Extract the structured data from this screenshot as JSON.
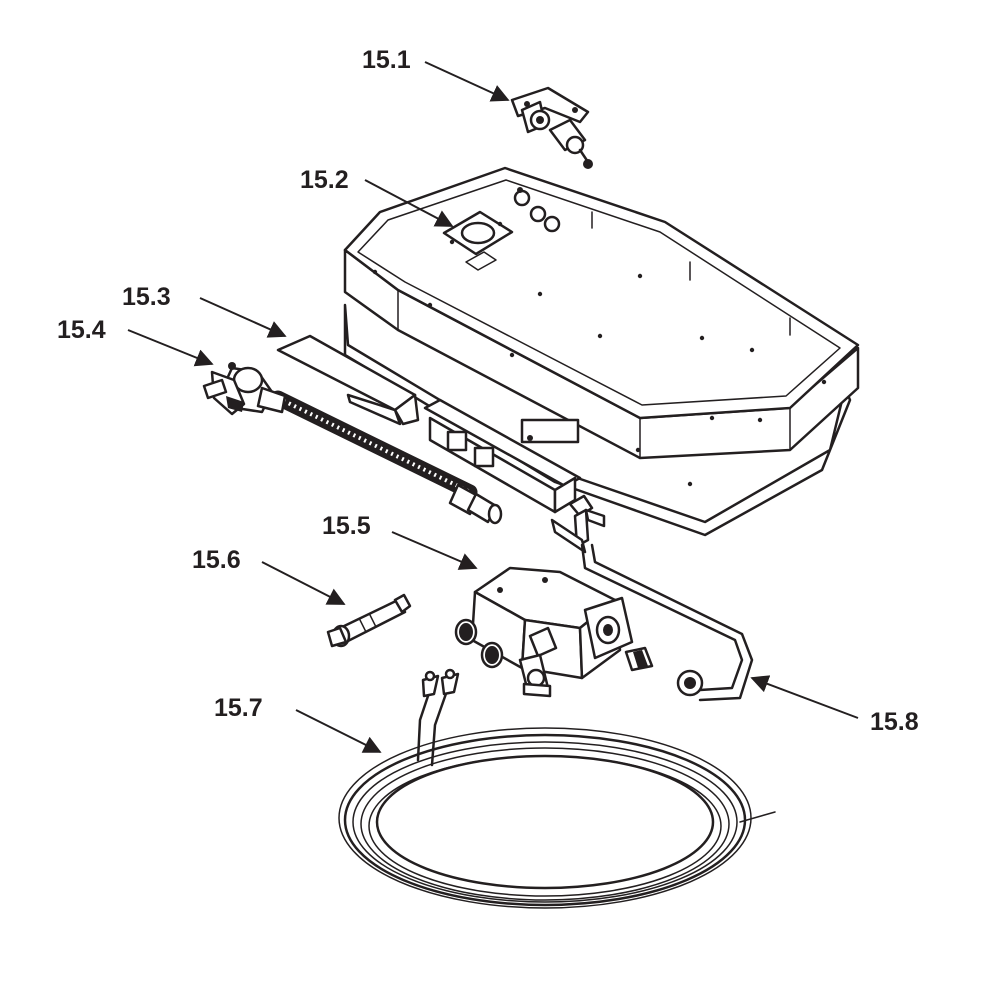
{
  "callouts": [
    {
      "id": "c1",
      "label": "15.1"
    },
    {
      "id": "c2",
      "label": "15.2"
    },
    {
      "id": "c3",
      "label": "15.3"
    },
    {
      "id": "c4",
      "label": "15.4"
    },
    {
      "id": "c5",
      "label": "15.5"
    },
    {
      "id": "c6",
      "label": "15.6"
    },
    {
      "id": "c7",
      "label": "15.7"
    },
    {
      "id": "c8",
      "label": "15.8"
    }
  ],
  "colors": {
    "ink": "#231f20",
    "background": "#ffffff"
  }
}
